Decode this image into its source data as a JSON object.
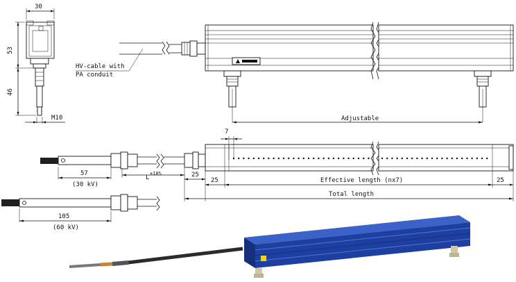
{
  "dimensions": {
    "width_30": "30",
    "height_53": "53",
    "height_46": "46",
    "thread_m10": "M10",
    "gap_7": "7",
    "len_57": "57",
    "kv_30": "(30 kV)",
    "len_105": "105",
    "kv_60": "(60 kV)",
    "cable_length": "L",
    "cable_tolerance": "±10%",
    "end_25_outer": "25",
    "end_25_left": "25",
    "end_25_right": "25",
    "adjustable": "Adjustable",
    "effective_length": "Effective length (nx7)",
    "total_length": "Total length"
  },
  "labels": {
    "hv_cable_line1": "HV-cable with",
    "hv_cable_line2": "PA conduit"
  },
  "colors": {
    "bar_blue": "#1d3fa0",
    "bar_blue_light": "#3a62c8",
    "cable_dark": "#2b2b2b",
    "bracket_metal": "#cfc7a8"
  }
}
